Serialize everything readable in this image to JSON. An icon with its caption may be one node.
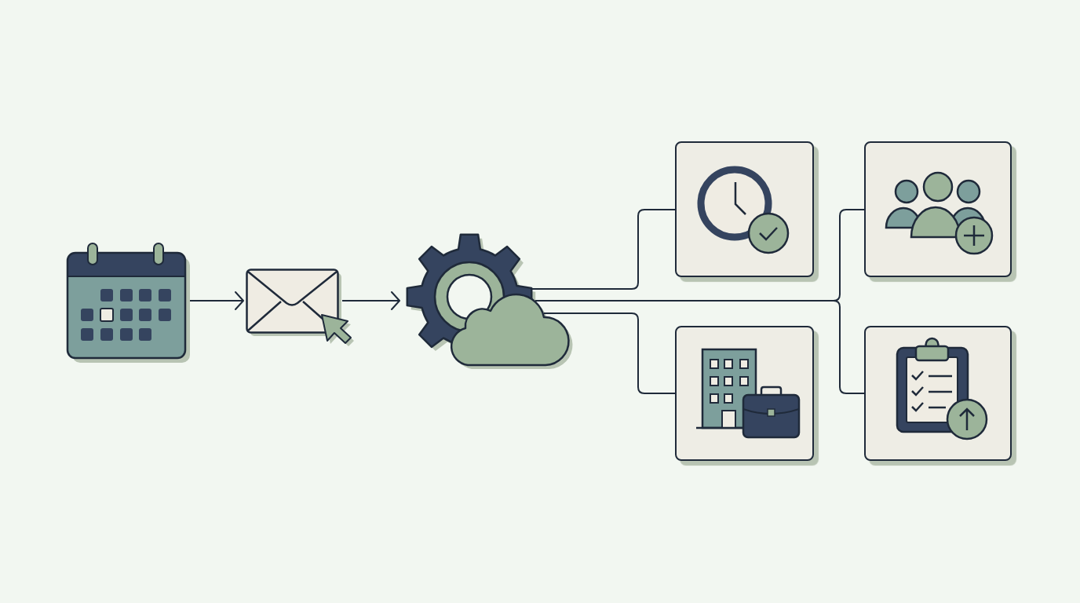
{
  "diagram": {
    "nodes": [
      {
        "text": [],
        "shape": "picture"
      },
      {
        "text": [],
        "shape": "picture"
      },
      {
        "text": [],
        "shape": "picture"
      },
      {
        "text": [],
        "shape": "box"
      },
      {
        "text": [],
        "shape": "box"
      },
      {
        "text": [],
        "shape": "box"
      },
      {
        "text": [],
        "shape": "box"
      }
    ],
    "edges": [
      {
        "from": 0,
        "to": 1,
        "arrow": "to"
      },
      {
        "from": 1,
        "to": 2,
        "arrow": "to"
      },
      {
        "from": 2,
        "to": 3,
        "arrow": "none"
      },
      {
        "from": 2,
        "to": 4,
        "arrow": "none"
      },
      {
        "from": 2,
        "to": 5,
        "arrow": "none"
      },
      {
        "from": 2,
        "to": 6,
        "arrow": "none"
      }
    ]
  }
}
